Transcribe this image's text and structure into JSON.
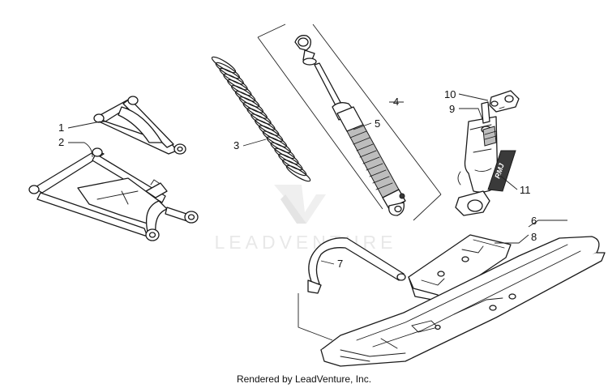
{
  "watermark": {
    "text": "LEADVENTURE"
  },
  "footer": {
    "text": "Rendered by LeadVenture, Inc."
  },
  "callouts": [
    "1",
    "2",
    "3",
    "4",
    "5",
    "6",
    "7",
    "8",
    "9",
    "10",
    "11"
  ],
  "decal": {
    "text": "RMJ"
  }
}
